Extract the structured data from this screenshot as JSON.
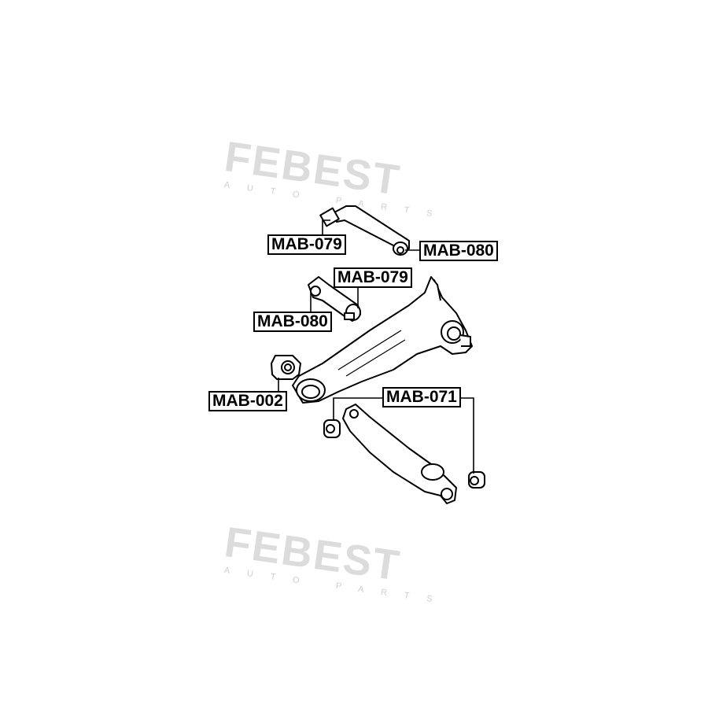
{
  "watermark": {
    "brand": "FEBEST",
    "subtitle": "AUTO PARTS"
  },
  "labels": {
    "top_079": "MAB-079",
    "top_080": "MAB-080",
    "mid_079": "MAB-079",
    "mid_080": "MAB-080",
    "bushing_002": "MAB-002",
    "lower_071": "MAB-071"
  }
}
